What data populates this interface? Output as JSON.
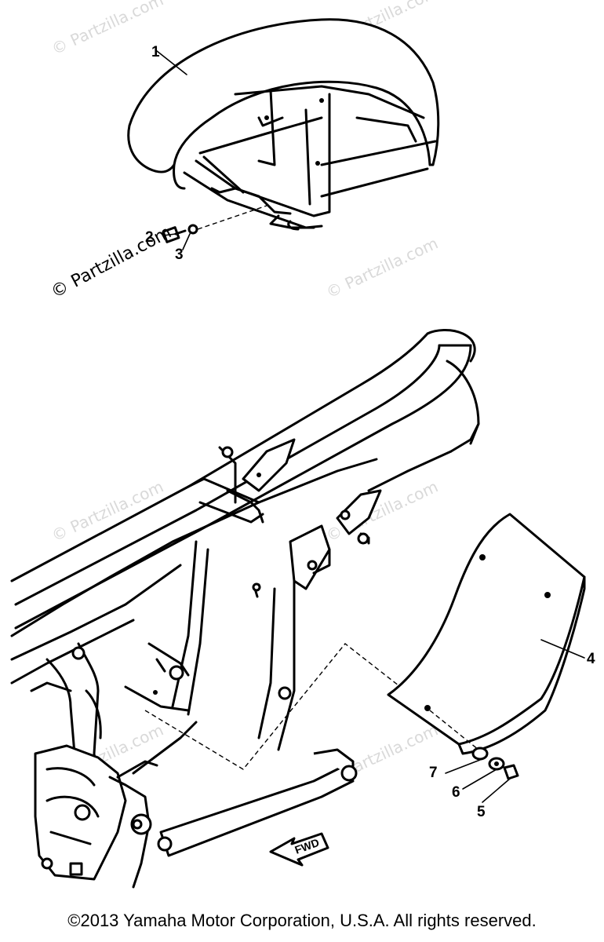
{
  "watermarks": {
    "light": "© Partzilla.com",
    "dark": "© Partzilla.com"
  },
  "callouts": {
    "c1": "1",
    "c2": "2",
    "c3": "3",
    "c4": "4",
    "c5": "5",
    "c6": "6",
    "c7": "7"
  },
  "fwd_label": "FWD",
  "copyright": "©2013 Yamaha Motor Corporation, U.S.A. All rights reserved."
}
